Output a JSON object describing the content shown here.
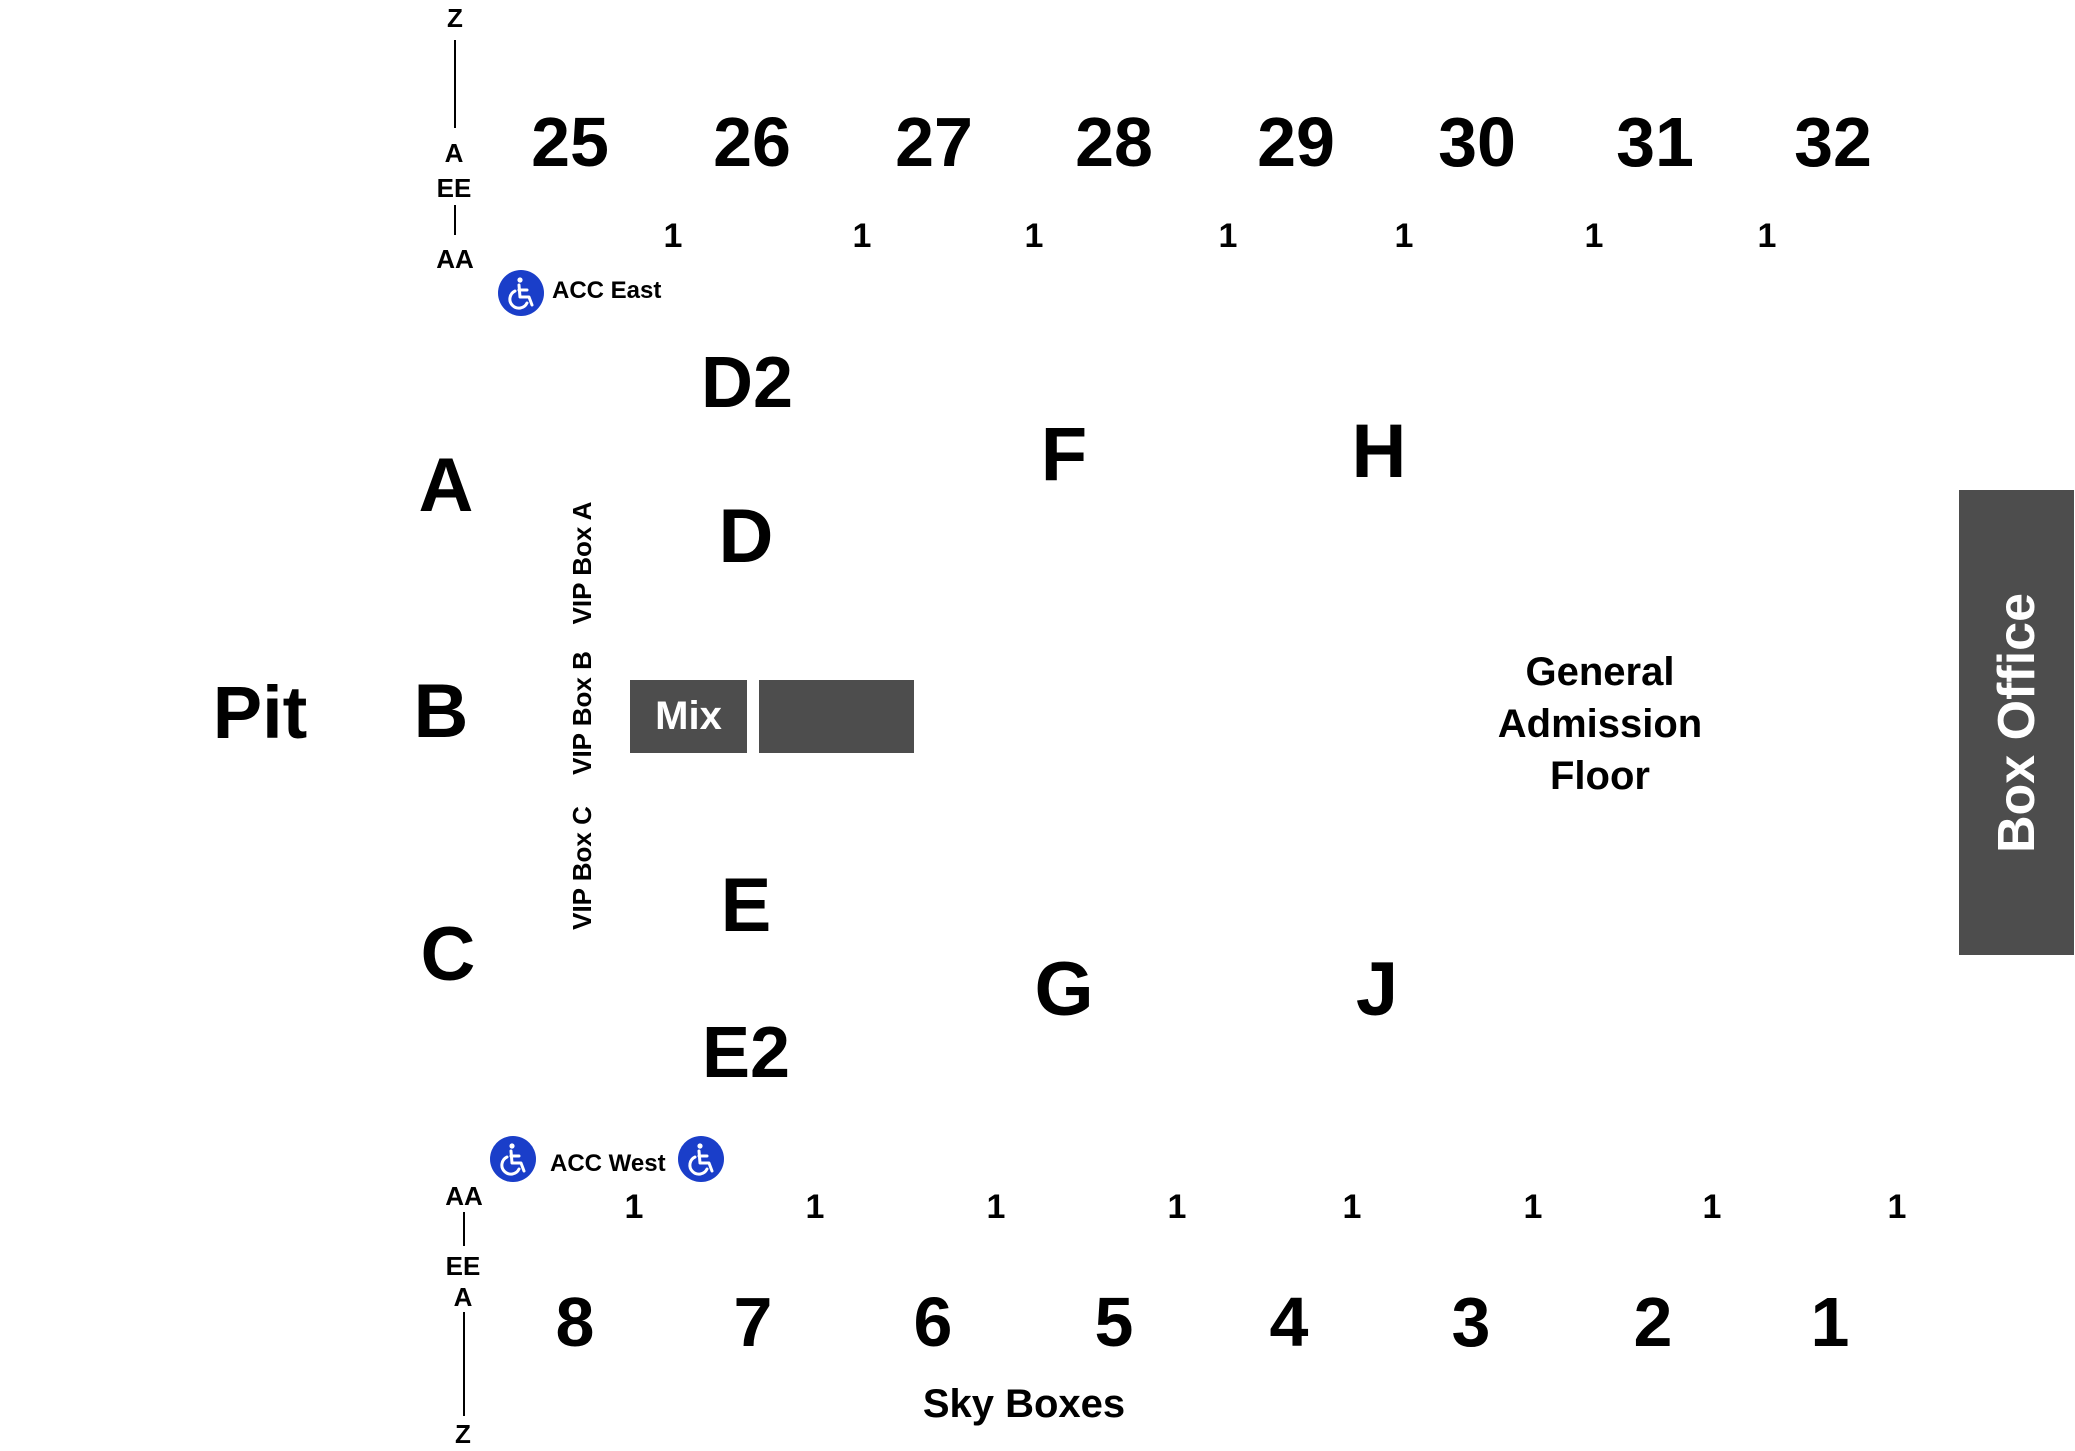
{
  "left_ladder_top": {
    "top": "Z",
    "mid": "A",
    "ee": "EE",
    "aa": "AA"
  },
  "left_ladder_bottom": {
    "aa": "AA",
    "ee": "EE",
    "mid": "A",
    "bottom": "Z"
  },
  "top_sections": [
    "25",
    "26",
    "27",
    "28",
    "29",
    "30",
    "31",
    "32"
  ],
  "top_row_ones": [
    "1",
    "1",
    "1",
    "1",
    "1",
    "1",
    "1"
  ],
  "bottom_sections": [
    "8",
    "7",
    "6",
    "5",
    "4",
    "3",
    "2",
    "1"
  ],
  "bottom_row_ones": [
    "1",
    "1",
    "1",
    "1",
    "1",
    "1",
    "1",
    "1"
  ],
  "acc_east": "ACC East",
  "acc_west": "ACC West",
  "floor_sections": {
    "d2": "D2",
    "a": "A",
    "f": "F",
    "h": "H",
    "d": "D",
    "b": "B",
    "c": "C",
    "e": "E",
    "g": "G",
    "j": "J",
    "e2": "E2"
  },
  "pit": "Pit",
  "vip_boxes": [
    "VIP Box A",
    "VIP Box B",
    "VIP Box C"
  ],
  "mix": "Mix",
  "general_admission": [
    "General",
    "Admission",
    "Floor"
  ],
  "box_office": "Box Office",
  "sky_boxes": "Sky Boxes",
  "colors": {
    "accessible_icon": "#1a3ec9",
    "booth": "#4d4d4d",
    "text": "#000000"
  },
  "icons": [
    "wheelchair-icon"
  ]
}
